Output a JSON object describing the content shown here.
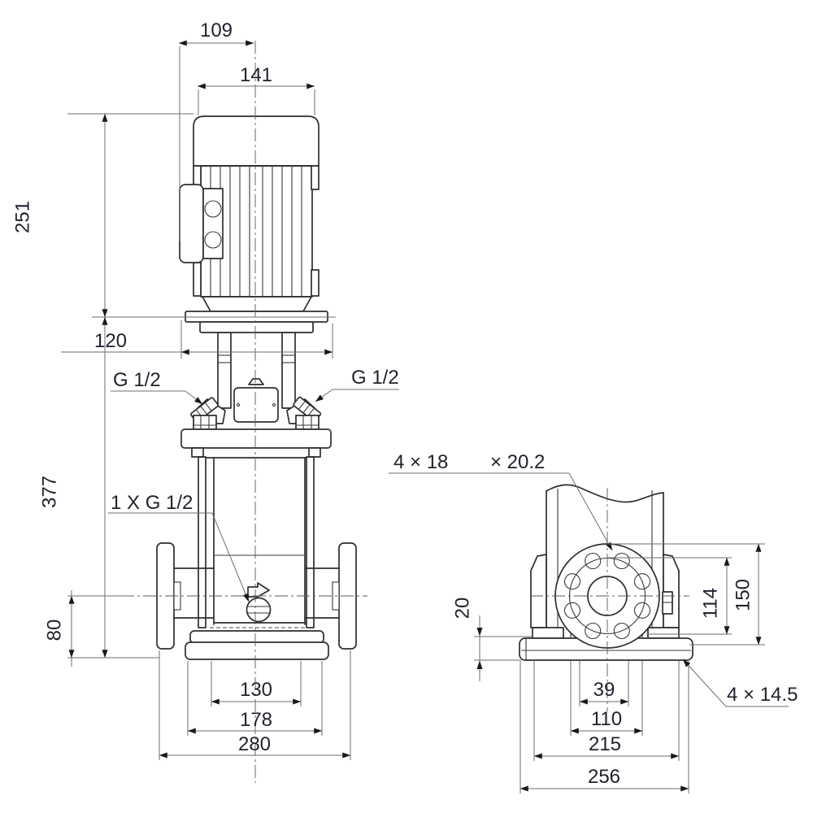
{
  "front_view": {
    "dim_109": "109",
    "dim_141": "141",
    "dim_251": "251",
    "dim_120": "120",
    "dim_377": "377",
    "dim_80": "80",
    "dim_130": "130",
    "dim_178": "178",
    "dim_280": "280",
    "label_g12_left": "G 1/2",
    "label_g12_right": "G 1/2",
    "label_drain": "1 X G 1/2"
  },
  "side_view": {
    "dim_20": "20",
    "dim_114": "114",
    "dim_150": "150",
    "dim_39": "39",
    "dim_110": "110",
    "dim_215": "215",
    "dim_256": "256",
    "label_flange_holes_a": "4 × 18",
    "label_flange_holes_b": "× 20.2",
    "label_base_holes": "4 × 14.5"
  }
}
